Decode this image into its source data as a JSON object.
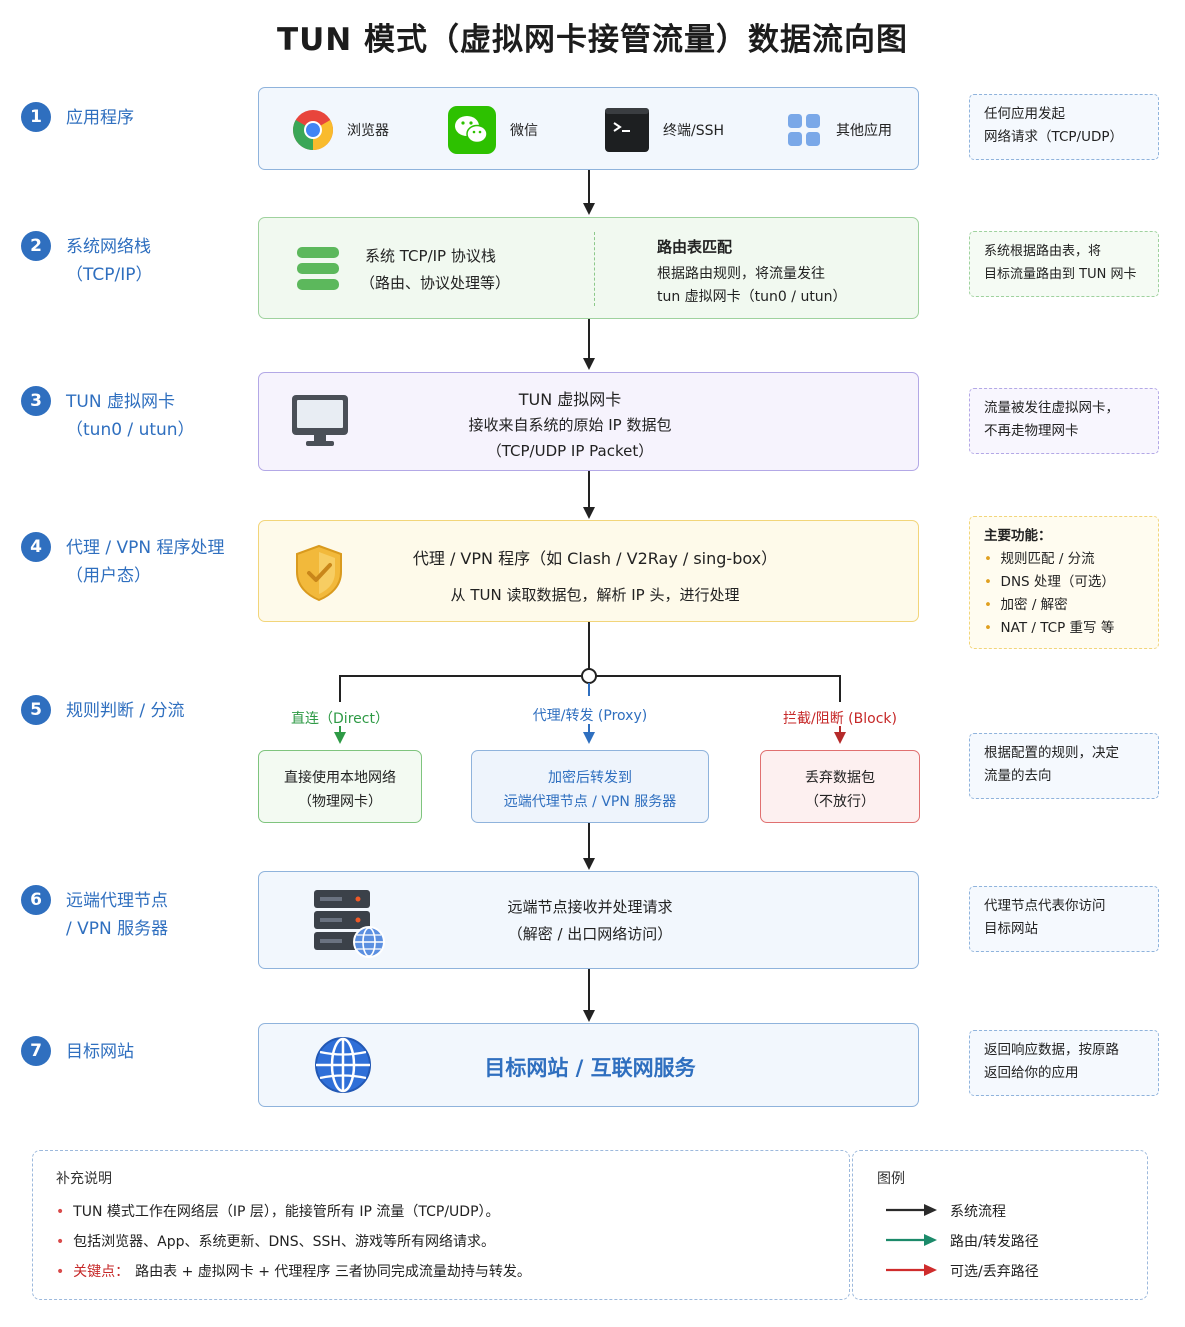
{
  "title": "TUN 模式（虚拟网卡接管流量）数据流向图",
  "colors": {
    "blue": "#2f6fbf",
    "green": "#6cbb6a",
    "purple": "#a99be0",
    "yellow": "#f2cf6a",
    "red": "#d94a4a",
    "legend_green": "#1c8a6a",
    "legend_red": "#cf2c2c"
  },
  "steps": [
    {
      "num": "1",
      "line1": "应用程序",
      "line2": ""
    },
    {
      "num": "2",
      "line1": "系统网络栈",
      "line2": "（TCP/IP）"
    },
    {
      "num": "3",
      "line1": "TUN 虚拟网卡",
      "line2": "（tun0 / utun）"
    },
    {
      "num": "4",
      "line1": "代理 / VPN 程序处理",
      "line2": "（用户态）"
    },
    {
      "num": "5",
      "line1": "规则判断 / 分流",
      "line2": ""
    },
    {
      "num": "6",
      "line1": "远端代理节点",
      "line2": "/ VPN 服务器"
    },
    {
      "num": "7",
      "line1": "目标网站",
      "line2": ""
    }
  ],
  "apps": [
    {
      "icon": "chrome-icon",
      "label": "浏览器"
    },
    {
      "icon": "wechat-icon",
      "label": "微信"
    },
    {
      "icon": "terminal-icon",
      "label": "终端/SSH"
    },
    {
      "icon": "apps-grid-icon",
      "label": "其他应用"
    }
  ],
  "stack": {
    "left1": "系统 TCP/IP 协议栈",
    "left2": "（路由、协议处理等）",
    "right_title": "路由表匹配",
    "right1": "根据路由规则，将流量发往",
    "right2": "tun 虚拟网卡（tun0 / utun）"
  },
  "tun": {
    "l1": "TUN 虚拟网卡",
    "l2": "接收来自系统的原始 IP 数据包",
    "l3": "（TCP/UDP IP Packet）"
  },
  "proxy": {
    "l1": "代理 / VPN 程序（如 Clash / V2Ray / sing-box）",
    "l2": "从 TUN 读取数据包，解析 IP 头，进行处理"
  },
  "branches": {
    "direct_label": "直连（Direct）",
    "proxy_label": "代理/转发 (Proxy)",
    "block_label": "拦截/阻断 (Block)",
    "direct_l1": "直接使用本地网络",
    "direct_l2": "（物理网卡）",
    "proxy_l1": "加密后转发到",
    "proxy_l2": "远端代理节点 / VPN 服务器",
    "block_l1": "丢弃数据包",
    "block_l2": "（不放行）"
  },
  "remote": {
    "l1": "远端节点接收并处理请求",
    "l2": "（解密 / 出口网络访问）"
  },
  "target": {
    "l1": "目标网站 / 互联网服务"
  },
  "notes": {
    "n1a": "任何应用发起",
    "n1b": "网络请求（TCP/UDP）",
    "n2a": "系统根据路由表，将",
    "n2b": "目标流量路由到 TUN 网卡",
    "n3a": "流量被发往虚拟网卡，",
    "n3b": "不再走物理网卡",
    "n4title": "主要功能：",
    "n4items": [
      "规则匹配 / 分流",
      "DNS 处理（可选）",
      "加密 / 解密",
      "NAT / TCP 重写 等"
    ],
    "n5a": "根据配置的规则，决定",
    "n5b": "流量的去向",
    "n6a": "代理节点代表你访问",
    "n6b": "目标网站",
    "n7a": "返回响应数据，按原路",
    "n7b": "返回给你的应用"
  },
  "supplement": {
    "title": "补充说明",
    "b1": "TUN 模式工作在网络层（IP 层），能接管所有 IP 流量（TCP/UDP）。",
    "b2": "包括浏览器、App、系统更新、DNS、SSH、游戏等所有网络请求。",
    "b3_key": "关键点：",
    "b3_rest": "路由表 + 虚拟网卡 + 代理程序 三者协同完成流量劫持与转发。"
  },
  "legend": {
    "title": "图例",
    "l1": "系统流程",
    "l2": "路由/转发路径",
    "l3": "可选/丢弃路径"
  }
}
